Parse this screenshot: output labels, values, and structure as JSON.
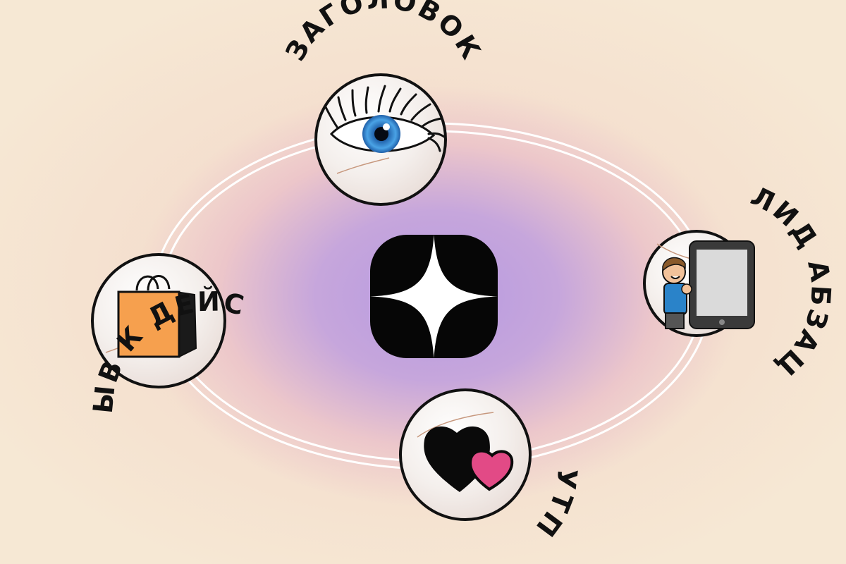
{
  "diagram": {
    "center": {
      "icon": "yandex-zen-logo-icon"
    },
    "nodes": [
      {
        "id": "headline",
        "label": "ЗАГОЛОВОК",
        "icon": "eye-icon"
      },
      {
        "id": "lead",
        "label": "ЛИД АБЗАЦ",
        "icon": "tablet-with-person-icon"
      },
      {
        "id": "usp",
        "label": "УТП",
        "icon": "two-hearts-icon"
      },
      {
        "id": "cta",
        "label": "ПРИЗЫВ К ДЕЙСТВИЮ",
        "icon": "shopping-bag-icon"
      }
    ]
  },
  "colors": {
    "background": "#f6e8d4",
    "glow": "#b79ae0",
    "ring": "#ffffff",
    "text": "#111111",
    "heart_accent": "#e24a86",
    "bag": "#f6a04e",
    "eye_iris": "#3a8fd6"
  }
}
